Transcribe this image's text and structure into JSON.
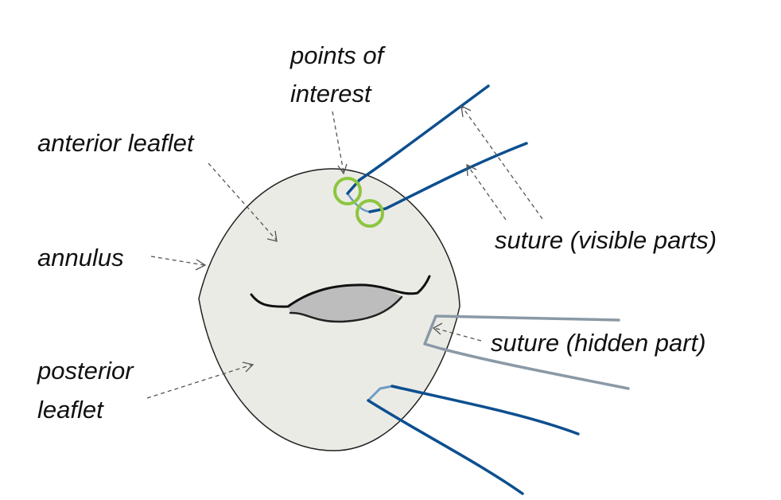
{
  "labels": {
    "points_of_interest_line1": "points of",
    "points_of_interest_line2": "interest",
    "anterior_leaflet": "anterior leaflet",
    "annulus": "annulus",
    "posterior_line1": "posterior",
    "posterior_line2": "leaflet",
    "suture_visible": "suture (visible parts)",
    "suture_hidden": "suture (hidden part)"
  },
  "colors": {
    "valve_fill": "#ebebe6",
    "suture_visible": "#0d4f8f",
    "suture_hidden_segment": "#6f9cc4",
    "suture_hidden": "#8a99a6",
    "points_of_interest": "#8cc63f",
    "opening_fill": "#bdbdbd"
  }
}
